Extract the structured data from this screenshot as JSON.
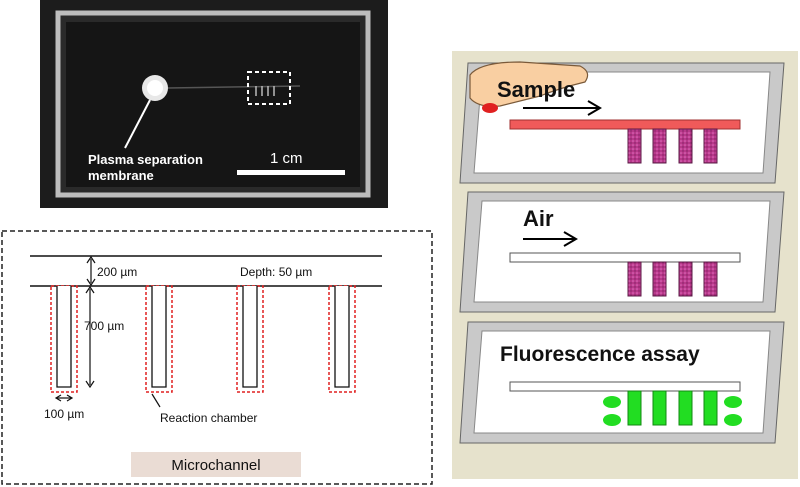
{
  "photo": {
    "membrane_label_line1": "Plasma separation",
    "membrane_label_line2": "membrane",
    "scale_label": "1 cm"
  },
  "schematic": {
    "width_top": "200 µm",
    "depth": "Depth: 50 µm",
    "length": "700 µm",
    "width_bottom": "100 µm",
    "chamber_label": "Reaction chamber",
    "caption": "Microchannel"
  },
  "steps": [
    {
      "label": "Sample",
      "colors": {
        "channel": "#f05a5a",
        "chambers": "#b8388a"
      }
    },
    {
      "label": "Air",
      "colors": {
        "channel": "#ffffff",
        "chambers": "#b8388a"
      }
    },
    {
      "label": "Fluorescence assay",
      "colors": {
        "channel": "#ffffff",
        "chambers": "#22dd22"
      }
    }
  ],
  "colors": {
    "photo_bg": "#1a1a1a",
    "dashed_highlight": "#e02020",
    "tray": "#c9c9c9",
    "panel_bg": "#e6e2cc",
    "caption_bg": "#eadcd4"
  }
}
